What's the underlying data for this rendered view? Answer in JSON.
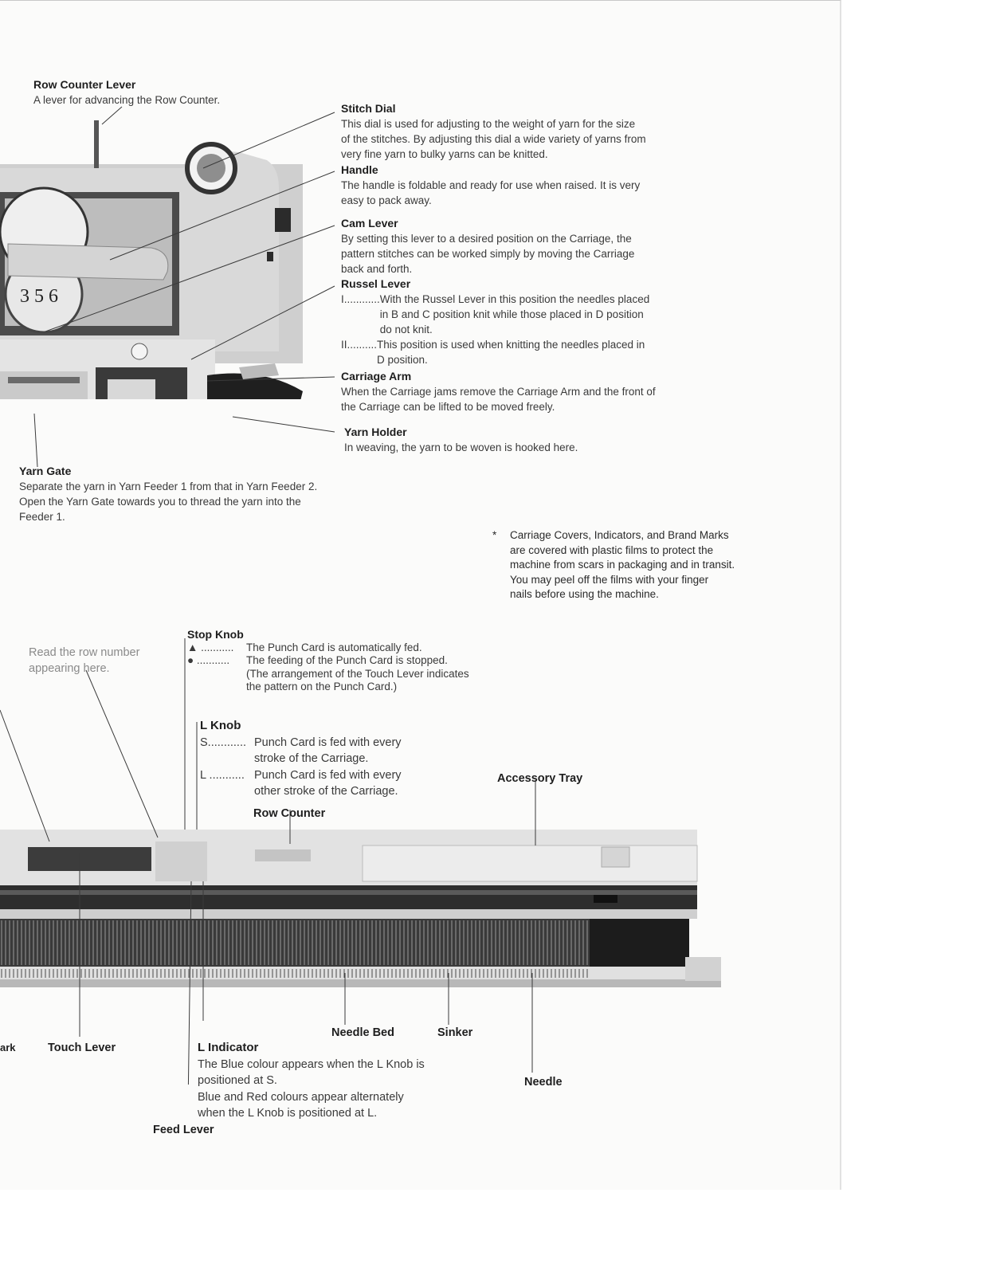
{
  "upper": {
    "row_counter_lever": {
      "title": "Row Counter Lever",
      "text": "A lever for advancing the Row Counter."
    },
    "stitch_dial": {
      "title": "Stitch Dial",
      "lines": [
        "This dial is used for adjusting to the weight of yarn for the size",
        "of the stitches. By adjusting this dial a wide variety of yarns from",
        "very fine yarn to bulky yarns can be knitted."
      ]
    },
    "handle": {
      "title": "Handle",
      "lines": [
        "The handle is foldable and ready for use when raised. It is very",
        "easy to pack away."
      ]
    },
    "cam_lever": {
      "title": "Cam Lever",
      "lines": [
        "By setting this lever to a desired position on the Carriage, the",
        "pattern stitches can be worked simply by moving the Carriage",
        "back and forth."
      ]
    },
    "russel_lever": {
      "title": "Russel Lever",
      "items": [
        {
          "key": "I............",
          "lines": [
            "With the Russel Lever in this position the needles placed",
            "in B and C position knit while those placed in D position",
            "do not knit."
          ]
        },
        {
          "key": "II..........",
          "lines": [
            "This position is used when knitting the needles placed in",
            "D position."
          ]
        }
      ]
    },
    "carriage_arm": {
      "title": "Carriage Arm",
      "lines": [
        "When the Carriage jams remove the Carriage Arm and the front of",
        "the Carriage can be lifted to be moved freely."
      ]
    },
    "yarn_holder": {
      "title": "Yarn Holder",
      "text": "In weaving, the yarn to be woven is hooked here."
    },
    "yarn_gate": {
      "title": "Yarn Gate",
      "lines": [
        "Separate the yarn in Yarn Feeder 1 from that in Yarn Feeder 2.",
        "Open the Yarn Gate towards you to thread the yarn into the",
        "Feeder 1."
      ]
    }
  },
  "note": {
    "star": "*",
    "lines": [
      "Carriage Covers, Indicators, and Brand Marks",
      "are covered with plastic films to protect the",
      "machine from scars in packaging and in transit.",
      "You may peel off the films with your finger",
      "nails before using the machine."
    ]
  },
  "lower": {
    "read_row": {
      "lines": [
        "Read the row number",
        "appearing here."
      ]
    },
    "stop_knob": {
      "title": "Stop Knob",
      "items": [
        {
          "key": "▲ ...........",
          "lines": [
            "The Punch Card is automatically fed."
          ]
        },
        {
          "key": "● ...........",
          "lines": [
            "The feeding of the Punch Card is stopped.",
            "(The arrangement of the Touch Lever indicates",
            "the pattern on the Punch Card.)"
          ]
        }
      ]
    },
    "l_knob": {
      "title": "L Knob",
      "items": [
        {
          "key": "S............",
          "lines": [
            "Punch Card is fed with every",
            "stroke of the Carriage."
          ]
        },
        {
          "key": "L ...........",
          "lines": [
            "Punch Card is fed with every",
            "other stroke of the Carriage."
          ]
        }
      ]
    },
    "row_counter": "Row Counter",
    "accessory_tray": "Accessory Tray",
    "needle_bed": "Needle Bed",
    "sinker": "Sinker",
    "needle": "Needle",
    "mark_fragment": "ark",
    "touch_lever": "Touch Lever",
    "l_indicator": {
      "title": "L Indicator",
      "lines": [
        "The Blue colour appears when the L Knob is",
        "positioned at S.",
        "Blue and Red colours appear alternately",
        "when the L Knob is positioned at L."
      ]
    },
    "feed_lever": "Feed Lever"
  }
}
